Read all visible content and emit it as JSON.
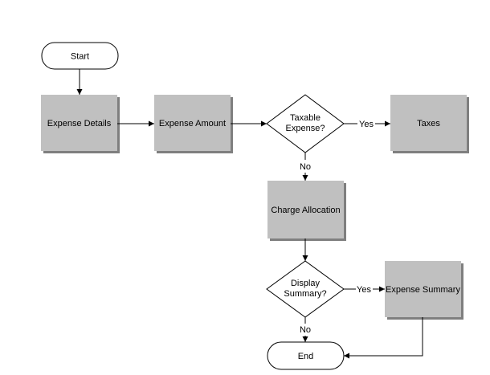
{
  "diagram": {
    "nodes": {
      "start": "Start",
      "expense_details": "Expense Details",
      "expense_amount": "Expense Amount",
      "taxable_line1": "Taxable",
      "taxable_line2": "Expense?",
      "taxes": "Taxes",
      "charge_allocation": "Charge Allocation",
      "display_line1": "Display",
      "display_line2": "Summary?",
      "expense_summary": "Expense Summary",
      "end": "End"
    },
    "edges": {
      "taxable_yes": "Yes",
      "taxable_no": "No",
      "display_yes": "Yes",
      "display_no": "No"
    }
  }
}
